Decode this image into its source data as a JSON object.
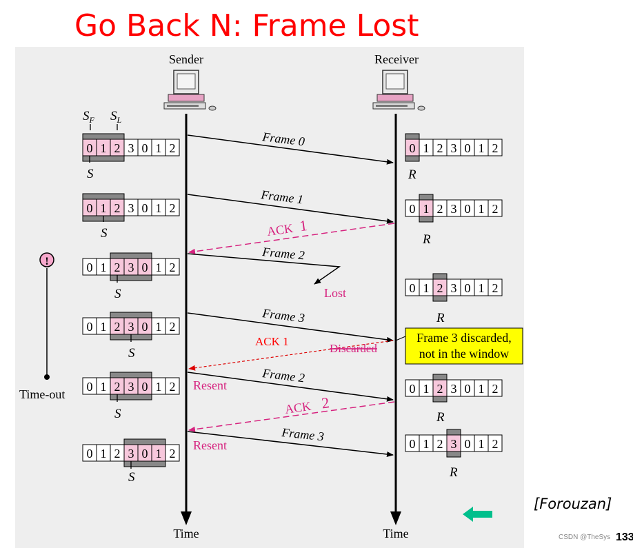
{
  "title": "Go Back N: Frame Lost",
  "sender_label": "Sender",
  "receiver_label": "Receiver",
  "time_label": "Time",
  "pointer_labels": {
    "sf": "S",
    "sf_sub": "F",
    "sl": "S",
    "sl_sub": "L",
    "s": "S",
    "r": "R"
  },
  "sequence": [
    "0",
    "1",
    "2",
    "3",
    "0",
    "1",
    "2"
  ],
  "messages": {
    "frame0": "Frame 0",
    "frame1": "Frame 1",
    "ack1_upper": "ACK",
    "ack1_upper_num": "1",
    "frame2": "Frame 2",
    "lost": "Lost",
    "frame3": "Frame 3",
    "ack1_lower": "ACK 1",
    "discarded": "Discarded",
    "frame2_resent": "Frame 2",
    "resent_1": "Resent",
    "ack2": "ACK",
    "ack2_num": "2",
    "frame3_resent": "Frame 3",
    "resent_2": "Resent"
  },
  "note": {
    "line1": "Frame 3 discarded,",
    "line2": "not in the window"
  },
  "timer_icon_label": "!",
  "timeout_label": "Time-out",
  "citation": "[Forouzan]",
  "watermark": "CSDN @TheSys",
  "page_number": "133",
  "colors": {
    "title": "#ff0000",
    "accent": "#d6237f",
    "window_fill": "#f7c8dc",
    "note_bg": "#ffff00",
    "lost_arrow": "#dd0000",
    "nav_arrow": "#00bf8c"
  }
}
